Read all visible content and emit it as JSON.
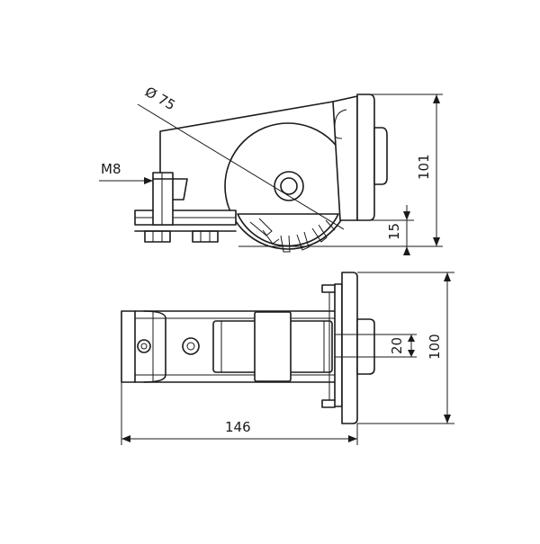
{
  "dimensions": {
    "wheel_diameter": "Ø 75",
    "thread": "M8",
    "height_total": "101",
    "offset_bottom": "15",
    "length": "146",
    "width": "100",
    "wheel_width": "20"
  }
}
